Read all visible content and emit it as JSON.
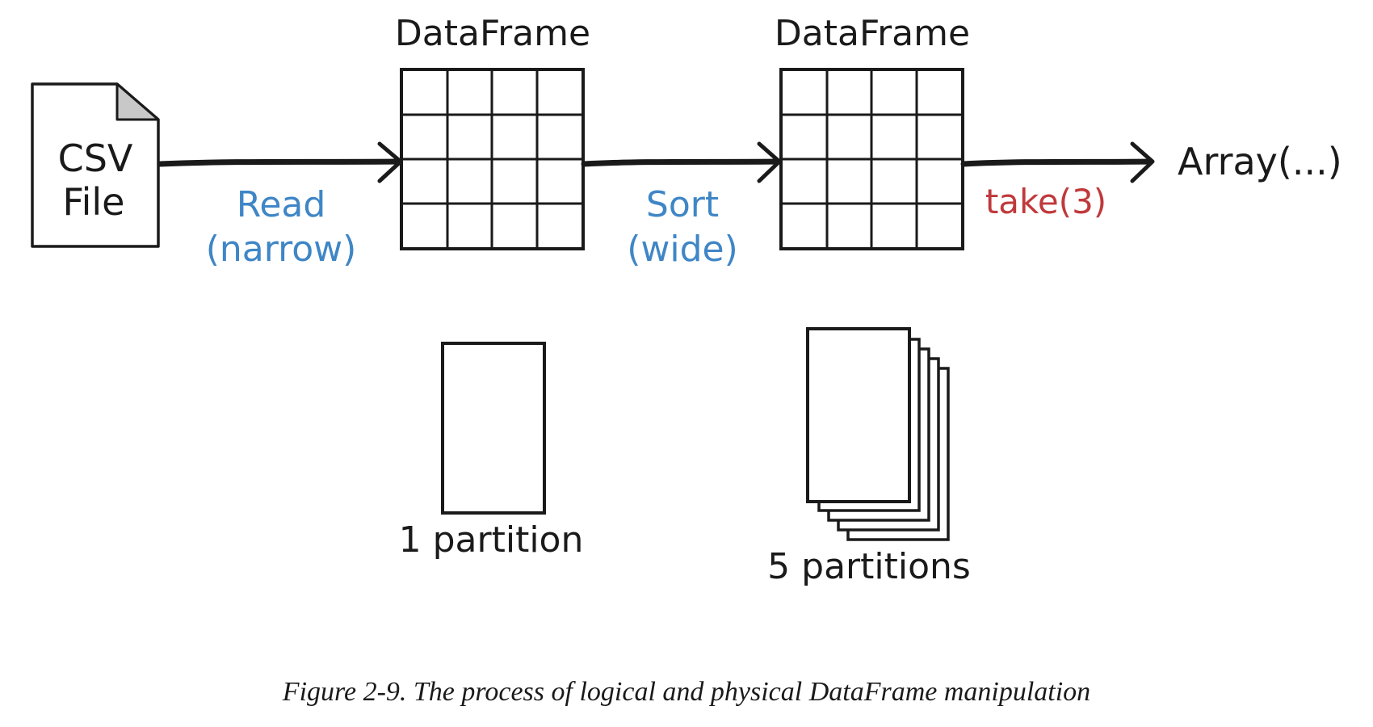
{
  "diagram": {
    "csv_file": {
      "line1": "CSV",
      "line2": "File"
    },
    "dataframe_1": {
      "label": "DataFrame"
    },
    "dataframe_2": {
      "label": "DataFrame"
    },
    "read_label": {
      "line1": "Read",
      "line2": "(narrow)"
    },
    "sort_label": {
      "line1": "Sort",
      "line2": "(wide)"
    },
    "take_label": "take(3)",
    "array_label": "Array(...)",
    "partition_single_label": "1 partition",
    "partition_multi_label": "5 partitions",
    "colors": {
      "ink": "#1a1a1a",
      "narrow_wide_blue": "#3f86c6",
      "action_red": "#c0393b",
      "fold_gray": "#c8c8c8"
    }
  },
  "caption": "Figure 2-9. The process of logical and physical DataFrame manipulation"
}
